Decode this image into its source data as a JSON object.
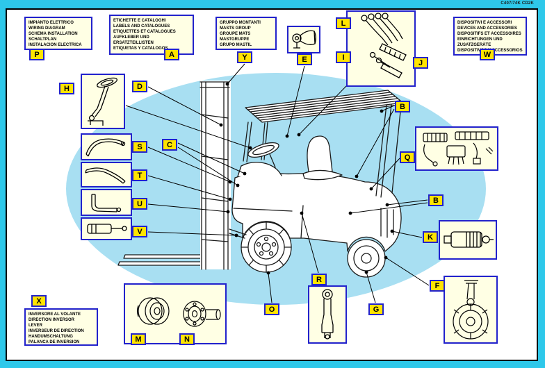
{
  "meta": {
    "doc_ref": "C407/74K CD2K"
  },
  "colors": {
    "frame": "#2EC8EA",
    "ellipse": "#A8DFF2",
    "box_background": "#FFFFE4",
    "box_border": "#2222CC",
    "badge_background": "#FFE400"
  },
  "info_boxes": [
    {
      "id": "P",
      "lines": [
        "IMPIANTO ELETTRICO",
        "WIRING DIAGRAM",
        "SCHEMA INSTALLATION",
        "SCHALTPLAN",
        "INSTALACION ELECTRICA"
      ]
    },
    {
      "id": "A",
      "lines": [
        "ETICHETTE E CATALOGHI",
        "LABELS AND CATALOGUES",
        "ETIQUETTES ET CATALOGUES",
        "AUFKLEBER UND",
        "ERSATZTEILLISTEN",
        "ETIQUETAS Y CATALOGOS"
      ]
    },
    {
      "id": "Y",
      "lines": [
        "GRUPPO MONTANTI",
        "MASTS GROUP",
        "GROUPE MATS",
        "MASTGRUPPE",
        "GRUPO MASTIL"
      ]
    },
    {
      "id": "W",
      "lines": [
        "DISPOSITIVI E ACCESSORI",
        "DEVICES AND ACCESSORIES",
        "DISPOSITIFS ET ACCESSOIRES",
        "EINRICHTUNGEN UND",
        "ZUSATZGERÄTE",
        "DISPOSITIVOS Y ACCESSORIOS"
      ]
    },
    {
      "id": "X",
      "lines": [
        "INVERSORE AL VOLANTE",
        "DIRECTION INVERSOR",
        "LEVER",
        "INVERSEUR DE DIRECTION",
        "HANDUMSCHALTUNG",
        "PALANCA DE INVERSION"
      ]
    }
  ],
  "badges": [
    "P",
    "A",
    "Y",
    "E",
    "L",
    "I",
    "J",
    "W",
    "H",
    "D",
    "C",
    "S",
    "T",
    "U",
    "V",
    "B",
    "Q",
    "B",
    "K",
    "F",
    "G",
    "R",
    "O",
    "M",
    "N",
    "X"
  ]
}
